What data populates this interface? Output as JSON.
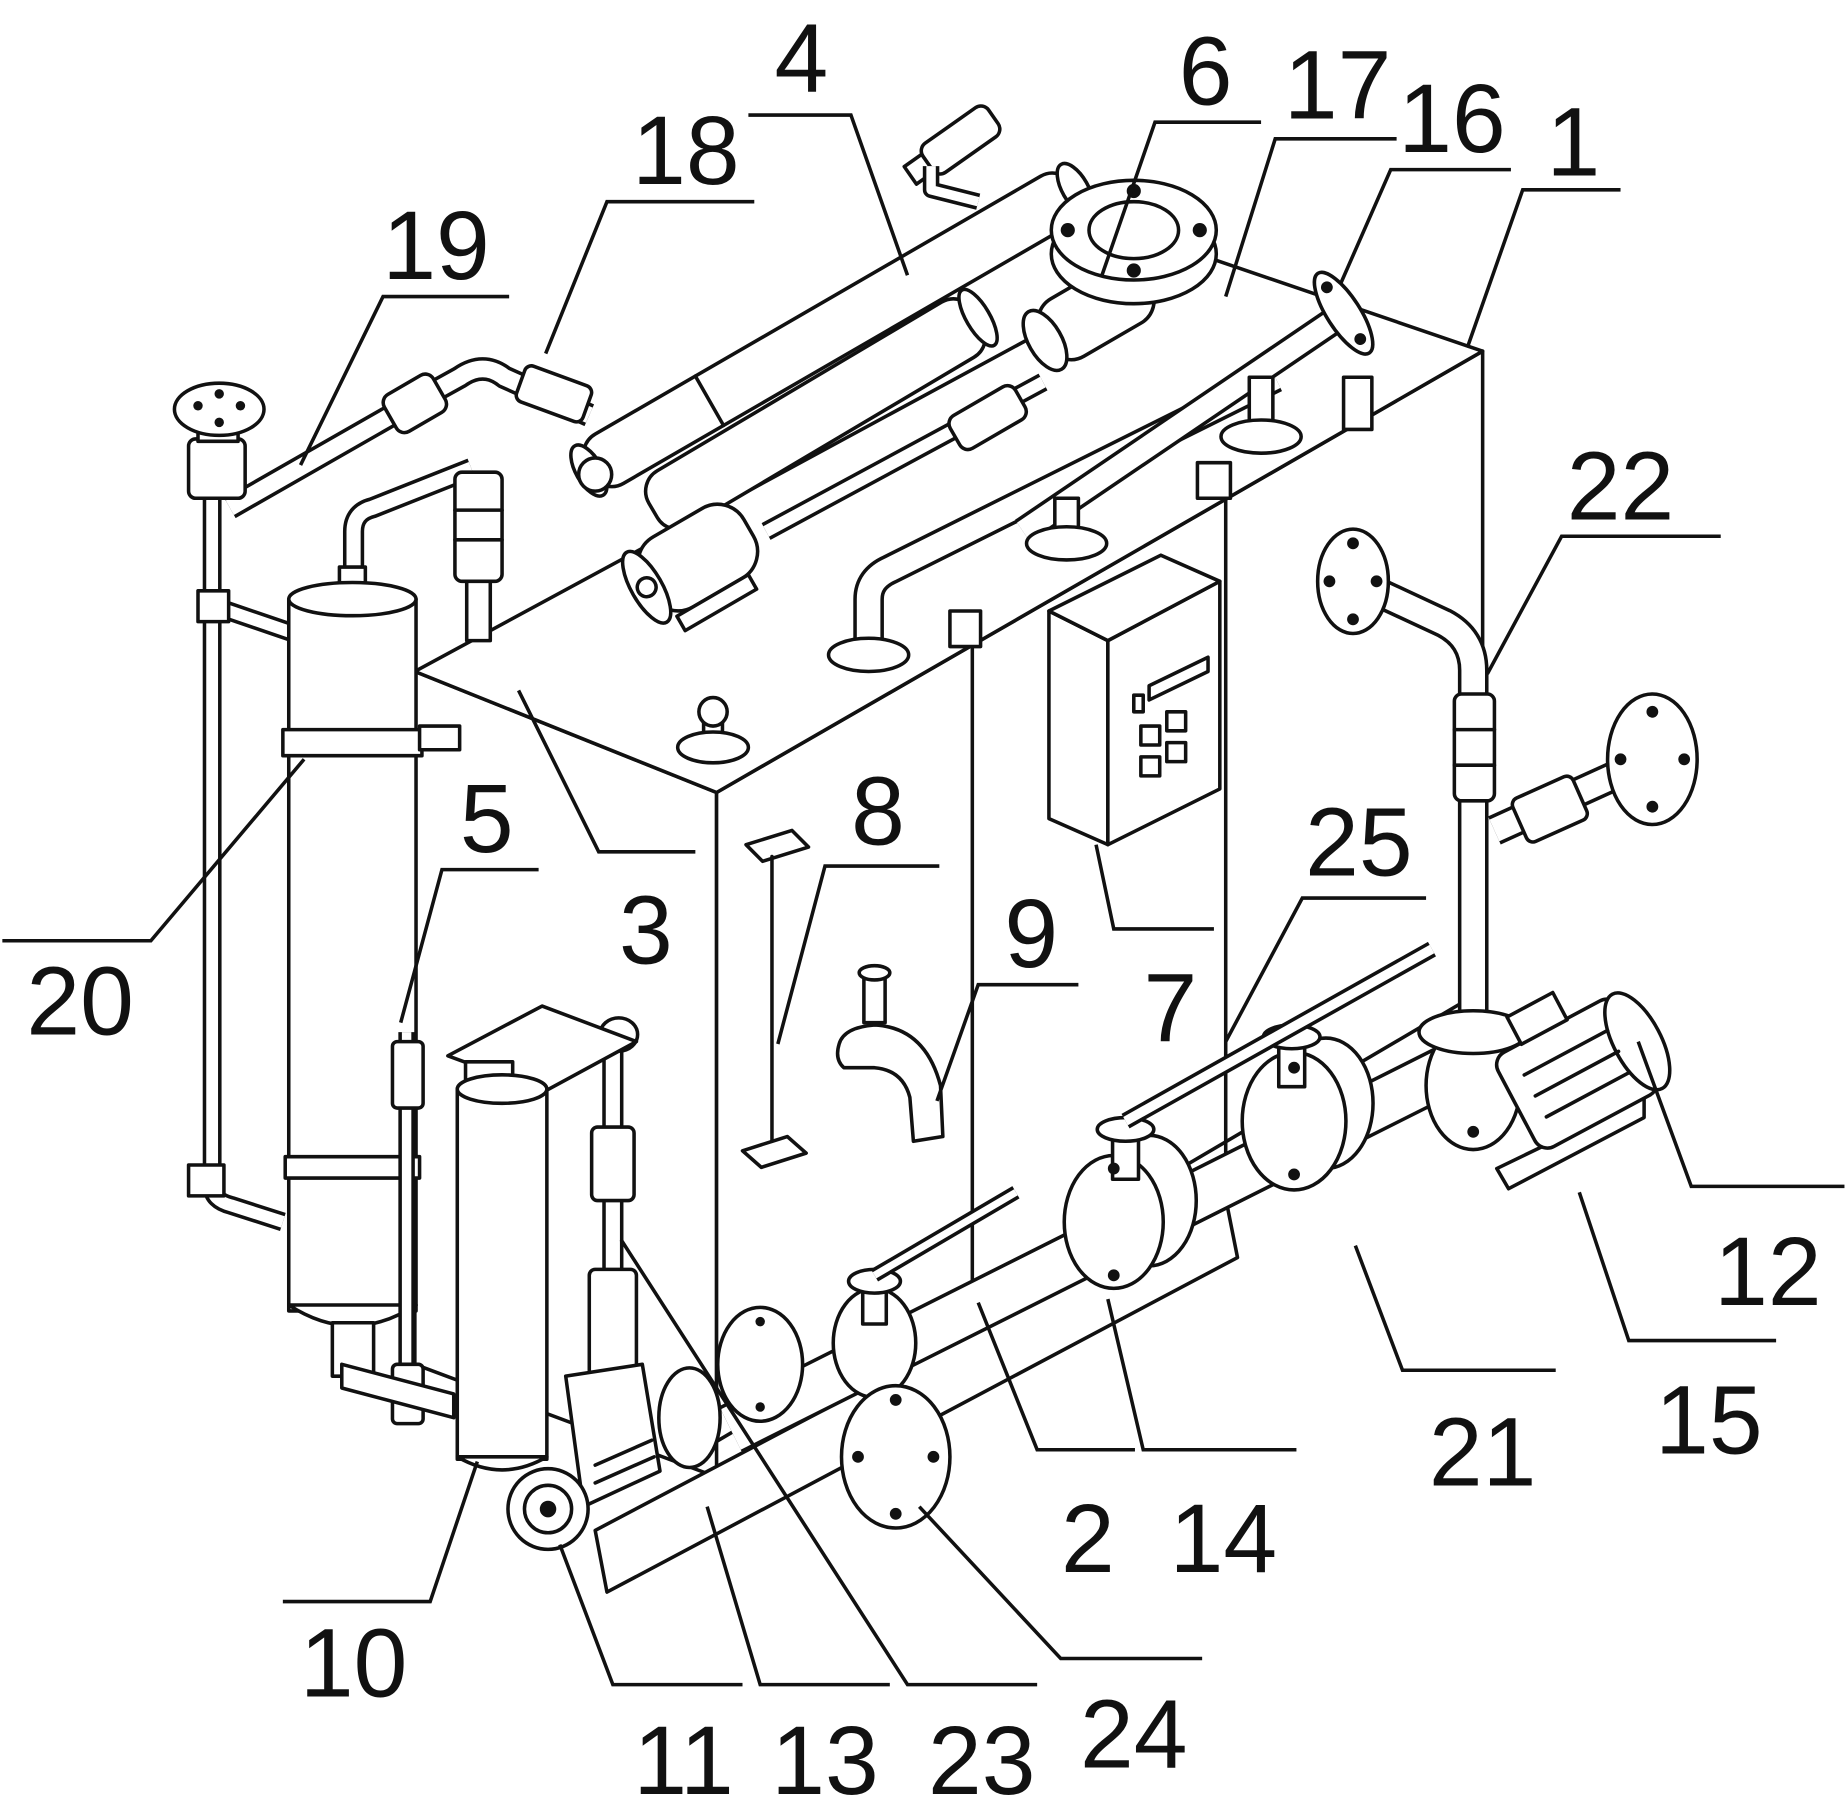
{
  "figure": {
    "reference_numerals": [
      "4",
      "18",
      "19",
      "6",
      "17",
      "16",
      "1",
      "22",
      "20",
      "5",
      "3",
      "8",
      "9",
      "7",
      "25",
      "12",
      "15",
      "21",
      "2",
      "14",
      "10",
      "11",
      "13",
      "23",
      "24"
    ]
  },
  "colors": {
    "line": "#111111",
    "paper": "#ffffff"
  }
}
